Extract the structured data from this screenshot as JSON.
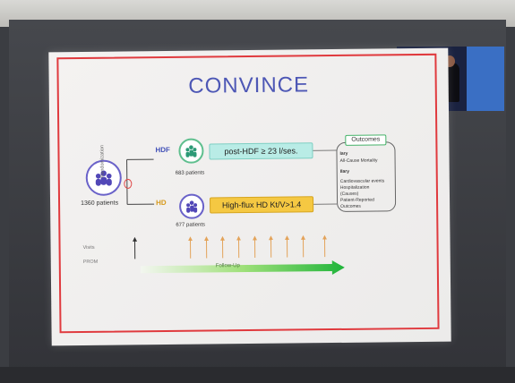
{
  "slide": {
    "title": "CONVINCE",
    "total_patients": "1360 patients",
    "randomization": "Randomization",
    "arms": [
      {
        "label": "HDF",
        "patients": "683 patients",
        "treatment": "post-HDF ≥ 23 l/ses."
      },
      {
        "label": "HD",
        "patients": "677 patients",
        "treatment": "High-flux HD Kt/V>1.4"
      }
    ],
    "outcomes": {
      "header": "Outcomes",
      "primary_label": "Iary",
      "primary": "All-Cause Mortality",
      "secondary_label": "IIary",
      "secondary": [
        "Cardiovascular events",
        "Hospitalization",
        "(Causes)",
        "Patient-Reported",
        "Outcomes"
      ]
    },
    "timeline": {
      "visits": "Visits",
      "prom": "PROM",
      "follow_up": "Follow-Up"
    }
  },
  "colors": {
    "title": "#4d57b5",
    "border": "#e03a3e",
    "hdf_box": "#b9ece6",
    "hd_box": "#f5c842",
    "outcome_border": "#46b36a"
  }
}
